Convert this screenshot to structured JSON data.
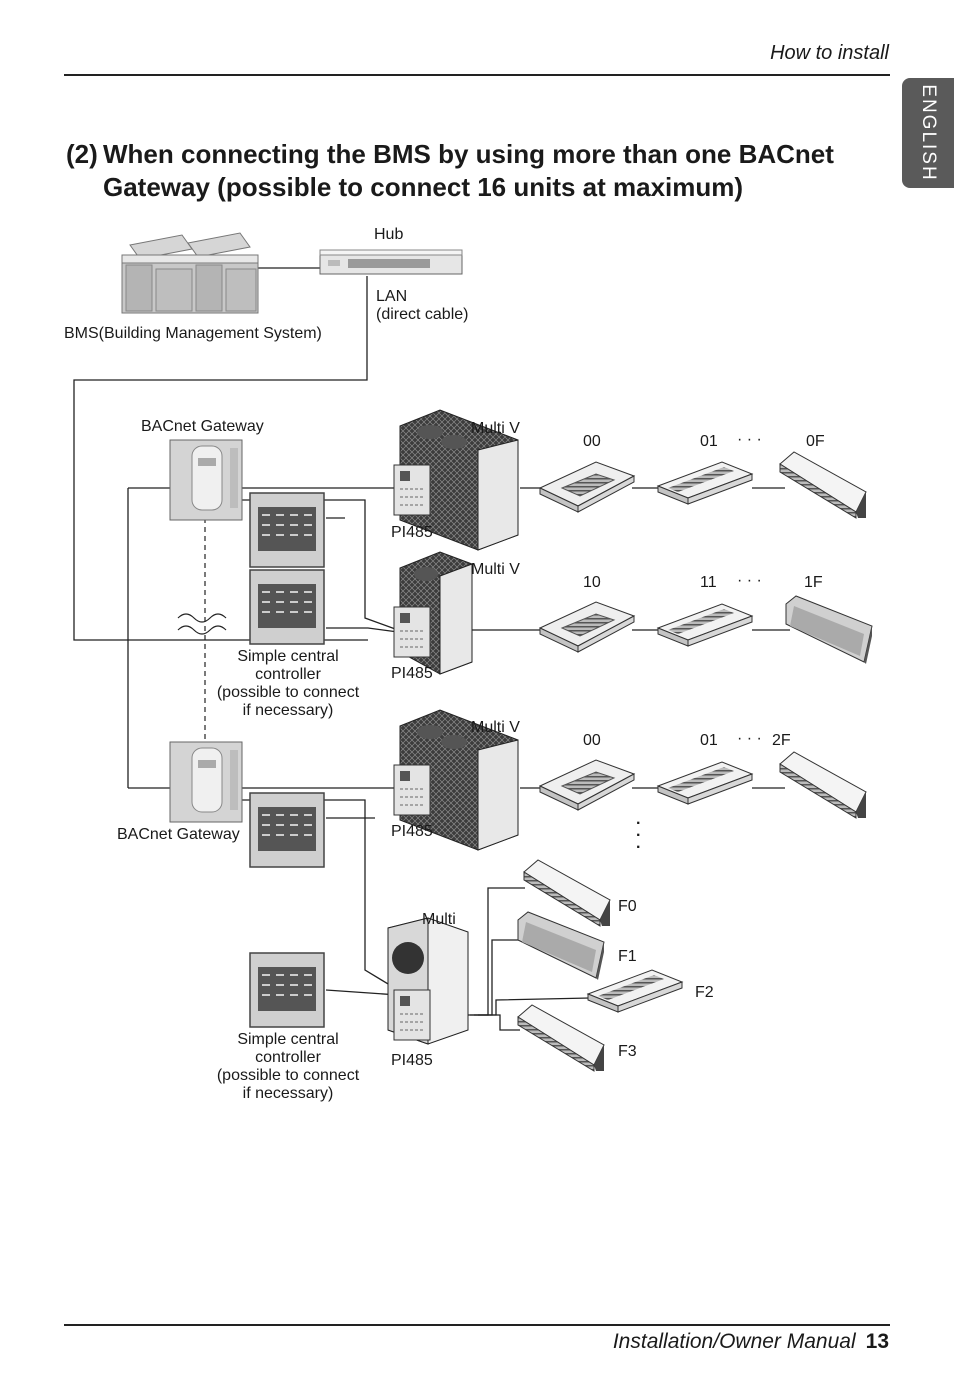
{
  "header": {
    "section": "How to install",
    "language_tab": "ENGLISH"
  },
  "heading": {
    "number": "(2)",
    "text": "When connecting the BMS by using more than one BACnet Gateway (possible to connect 16 units at maximum)"
  },
  "labels": {
    "hub": "Hub",
    "lan_1": "LAN",
    "lan_2": "(direct cable)",
    "bms": "BMS(Building Management System)",
    "bacnet_gateway_1": "BACnet Gateway",
    "bacnet_gateway_2": "BACnet Gateway",
    "multi_v_1": "Multi V",
    "multi_v_2": "Multi V",
    "multi_v_3": "Multi V",
    "multi": "Multi",
    "pi485_1": "PI485",
    "pi485_2": "PI485",
    "pi485_3": "PI485",
    "pi485_4": "PI485",
    "scc_1": [
      "Simple central",
      "controller",
      "(possible to connect",
      "if necessary)"
    ],
    "scc_2": [
      "Simple central",
      "controller",
      "(possible to connect",
      "if necessary)"
    ],
    "row1": [
      "00",
      "01",
      "· · ·",
      "0F"
    ],
    "row2": [
      "10",
      "11",
      "· · ·",
      "1F"
    ],
    "row3": [
      "00",
      "01",
      "· · ·",
      "2F"
    ],
    "multi_units": [
      "F0",
      "F1",
      "F2",
      "F3"
    ],
    "vertical_dots": "·\n·\n·"
  },
  "footer": {
    "manual": "Installation/Owner Manual",
    "page": "13"
  }
}
